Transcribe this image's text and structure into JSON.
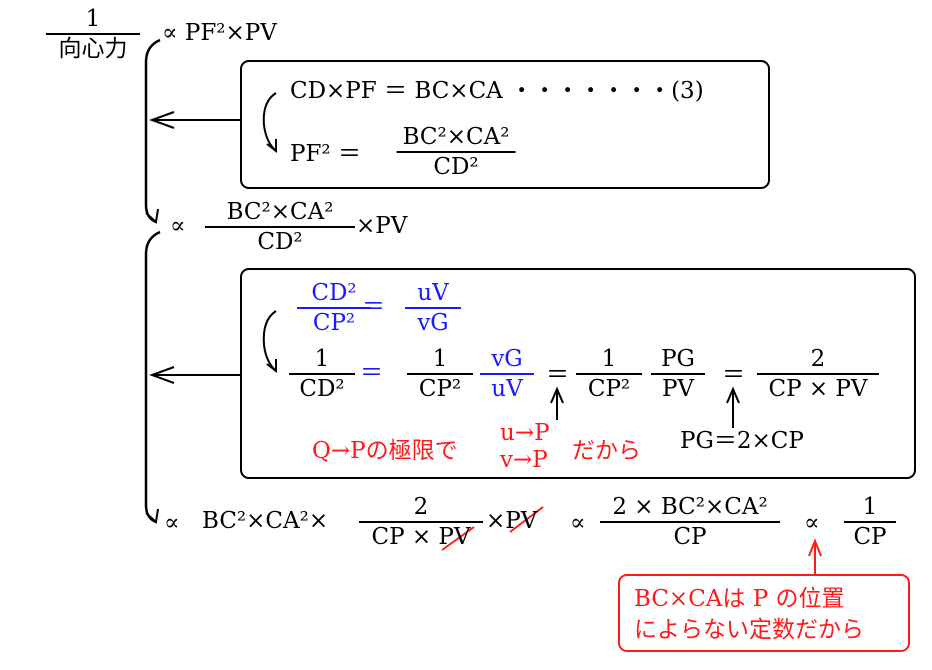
{
  "header": {
    "numerator": "1",
    "denominator": "向心力",
    "prop1": "∝  PF²×PV"
  },
  "box1": {
    "line1": "CD×PF ＝ BC×CA   ・・・・・・・(3)",
    "pf2_label": "PF² ＝",
    "pf2_num": "BC²×CA²",
    "pf2_den": "CD²"
  },
  "step2": {
    "prop": "∝",
    "num": "BC²×CA²",
    "den": "CD²",
    "tail": "×PV"
  },
  "box2": {
    "blue_num1": "CD²",
    "blue_den1": "CP²",
    "blue_eq": "＝",
    "blue_num2": "uV",
    "blue_den2": "vG",
    "f1_num": "1",
    "f1_den": "CD²",
    "eq_blue": "＝",
    "f2_num": "1",
    "f2_den": "CP²",
    "f3_num": "vG",
    "f3_den": "uV",
    "eq1": "＝",
    "f4_num": "1",
    "f4_den": "CP²",
    "f5_num": "PG",
    "f5_den": "PV",
    "eq2": "＝",
    "f6_num": "2",
    "f6_den": "CP × PV",
    "note_limit": "Q→Pの極限で",
    "note_u": "u→P",
    "note_v": "v→P",
    "note_because": "だから",
    "note_pg": "PG＝2×CP"
  },
  "step3": {
    "prop1": "∝",
    "lead": "BC²×CA²×",
    "f1_num": "2",
    "f1_den": "CP × PV",
    "tail": "×PV",
    "prop2": "∝",
    "f2_num": "2 × BC²×CA²",
    "f2_den": "CP",
    "prop3": "∝",
    "f3_num": "1",
    "f3_den": "CP"
  },
  "note": {
    "line1": "BC×CAは P の位置",
    "line2": "によらない定数だから"
  },
  "colors": {
    "blue": "#1a1aff",
    "red": "#ff1a1a",
    "black": "#000000"
  }
}
